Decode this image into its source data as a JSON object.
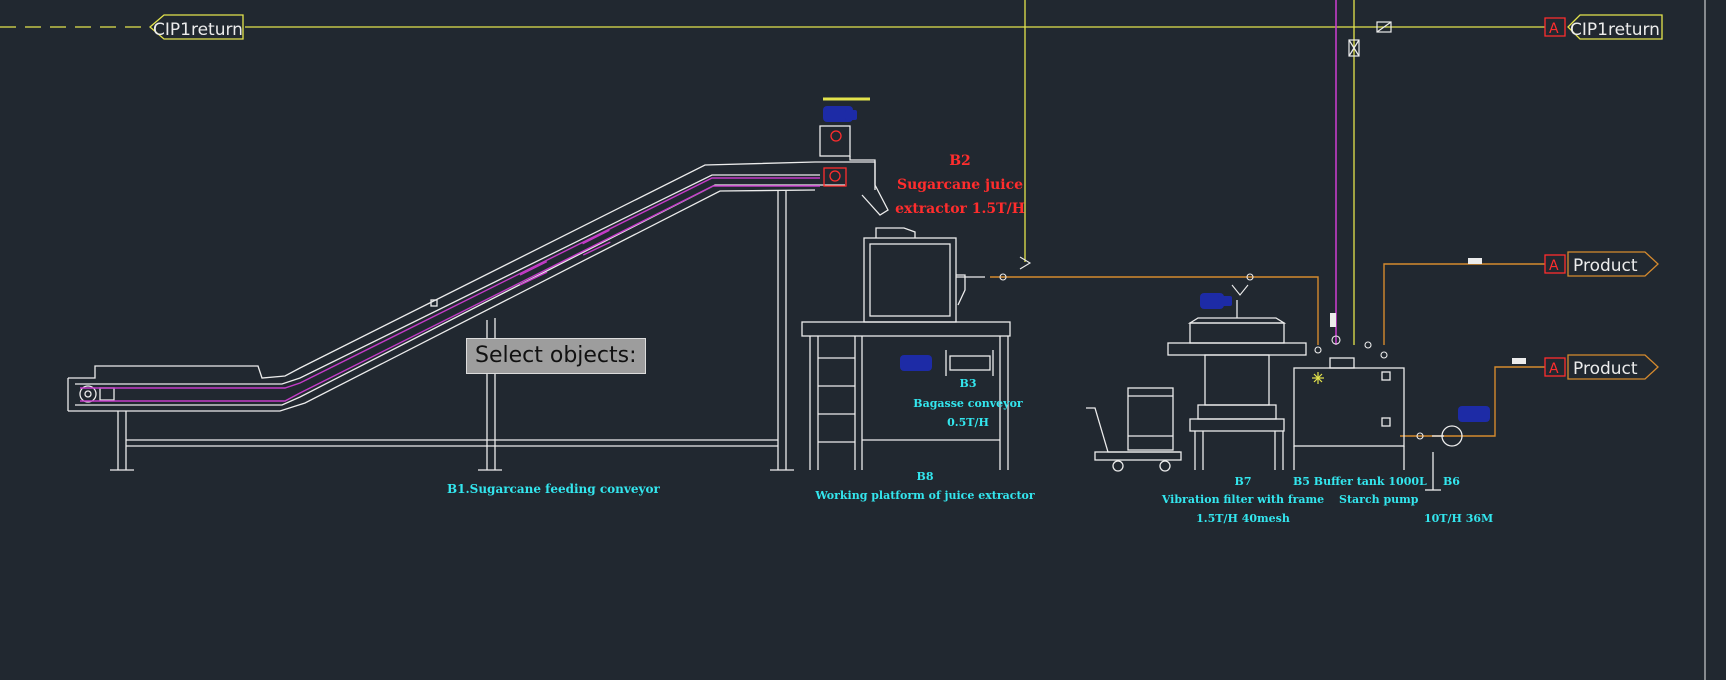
{
  "cad": {
    "prompt": "Select objects:",
    "labels": {
      "b1": "B1.Sugarcane feeding conveyor",
      "b2_line1": "B2",
      "b2_line2": "Sugarcane juice",
      "b2_line3": "extractor 1.5T/H",
      "b3_line1": "B3",
      "b3_line2": "Bagasse conveyor",
      "b3_line3": "0.5T/H",
      "b8_line1": "B8",
      "b8_line2": "Working platform of juice extractor",
      "b7_line1": "B7",
      "b7_line2": "Vibration filter with frame",
      "b7_line3": "1.5T/H 40mesh",
      "b5_line1": "B5 Buffer tank 1000L",
      "b6_line1": "B6",
      "b5_line2": "Starch pump",
      "b6_line2": "10T/H 36M"
    },
    "connectors": {
      "cip_left": "CIP1return",
      "cip_right": "CIP1return",
      "product_1": "Product",
      "product_2": "Product",
      "marker": "A"
    },
    "colors": {
      "background": "#212830",
      "white_lines": "#ececec",
      "yellow_lines": "#e3e34c",
      "magenta_lines": "#c43cc8",
      "orange_lines": "#d58a2e",
      "cyan_text": "#33e6ee",
      "red_text": "#ff2d2d",
      "motor_blue": "#1d2ba6"
    }
  }
}
